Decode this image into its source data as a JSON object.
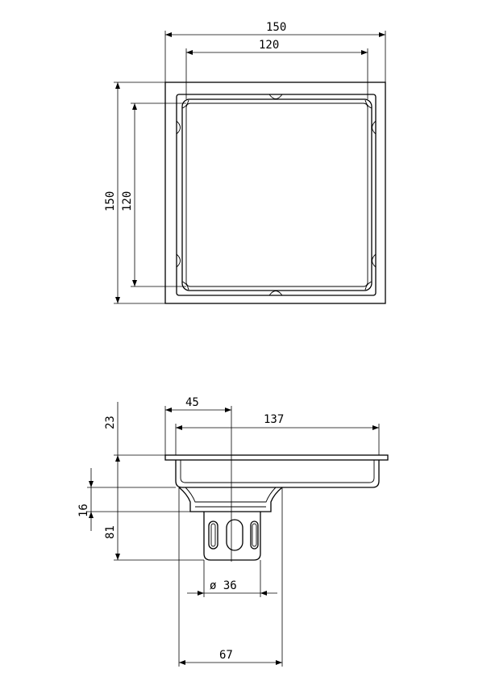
{
  "top_view": {
    "outer_width": "150",
    "inner_width": "120",
    "outer_height": "150",
    "inner_height": "120"
  },
  "side_view": {
    "offset": "45",
    "body_width": "137",
    "flange_height": "23",
    "step_height": "16",
    "trap_height": "81",
    "outlet_diameter": "ø 36",
    "outlet_width": "67"
  }
}
